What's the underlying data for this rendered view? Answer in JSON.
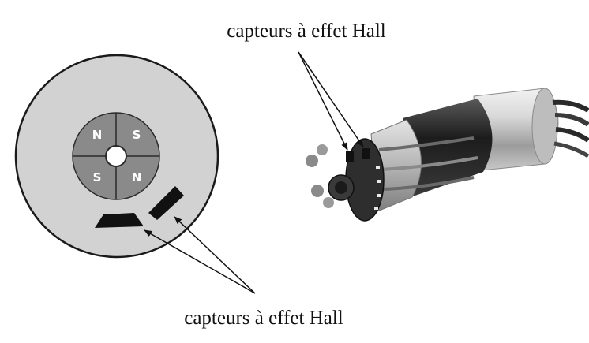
{
  "labels": {
    "top": "capteurs à effet Hall",
    "bottom": "capteurs à effet Hall"
  },
  "rotor": {
    "poles": [
      "N",
      "S",
      "S",
      "N"
    ]
  },
  "colors": {
    "disk": "#d2d2d2",
    "rotor_fill": "#8a8a8a",
    "sensor": "#111111",
    "motor_can": "#c9c9c9",
    "motor_band": "#1f1f1f"
  }
}
